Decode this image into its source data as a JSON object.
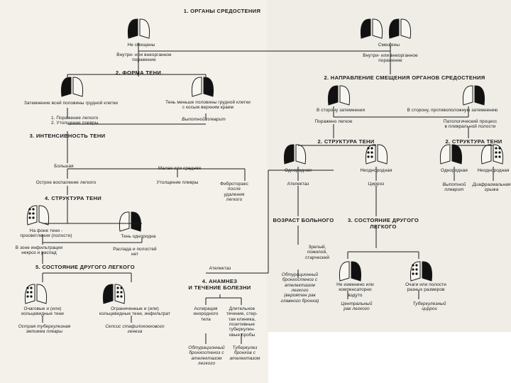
{
  "left": {
    "n1": "1. ОРГАНЫ СРЕДОСТЕНИЯ",
    "not_shifted": "Не смещены",
    "shifted": "Смещены",
    "intra_left": "Внутри- или внеорганное\nпоражение",
    "n2": "2. ФОРМА ТЕНИ",
    "shade_full": "Затемнение всей половины грудной клетки",
    "shade_smaller": "Тень меньше половины грудной клетки\nс косым верхним краем",
    "lesions": "1. Поражение легкого\n2. Утолщение плевры",
    "encysted": "Выпотной плеврит",
    "n3": "3. ИНТЕНСИВНОСТЬ ТЕНИ",
    "large": "Большая",
    "small_medium": "Малая или средняя",
    "acute": "Острое воспаление легкого",
    "pleura": "Утолщение плевры",
    "fibro": "Фиброторакс\nпосле\nудаления\nлегкого",
    "n4": "4. СТРУКТУРА ТЕНИ",
    "clearing": "На фоне тени -\nпросветления (полости)",
    "homog": "Тень однородна",
    "infiltr": "В зоне инфильтрации\nнекроз и распад",
    "decay": "Распада и полостей\nнет",
    "n5": "5. СОСТОЯНИЕ ДРУГОГО ЛЕГКОГО",
    "focal": "Очаговые и (или)\nкольцевидные тени",
    "limited": "Ограниченные и (или)\nкольцевидные тени, инфильтрат",
    "resp1": "Острая туберкулезная\nэмпиема плевры",
    "resp2": "Сепсис стафилококкового\nгенеза",
    "atelect": "Ателектаз",
    "n6": "4. АНАМНЕЗ\nИ ТЕЧЕНИЕ БОЛЕЗНИ",
    "aspir": "Аспирация\nинородного\nтела",
    "chronic": "Длительное\nтечение, стер-\nтая клиника,\nпозитивные\nтуберкулин-\nовые пробы",
    "r_bronch": "Обтурационный\nбронхостеноз с\nателектазом\nлегкого",
    "r_tb": "Туберкулез\nбронхов с\nателектазом"
  },
  "right": {
    "intra_right": "Внутри- или внеорганное\nпоражение",
    "m2": "2. НАПРАВЛЕНИЕ СМЕЩЕНИЯ ОРГАНОВ СРЕДОСТЕНИЯ",
    "toward": "В сторону затемнения",
    "away": "В сторону, противоположную затемнению",
    "lung_lesion": "Поражено легкое",
    "path_pleura": "Патологический процесс\nв плевральной полости",
    "m3a": "2. СТРУКТУРА ТЕНИ",
    "m3b": "2. СТРУКТУРА ТЕНИ",
    "homog_a": "Однородная",
    "heterog_a": "Неоднородная",
    "homog_b": "Однородная",
    "heterog_b": "Неоднородная",
    "effusion": "Выпотной\nплеврит",
    "diaphr": "Диафрагмальная\nгрыжа",
    "atelect": "Ателектаз",
    "cirrhosis": "Цирроз",
    "age": "ВОЗРАСТ БОЛЬНОГО",
    "other_lung": "3. СОСТОЯНИЕ ДРУГОГО\nЛЕГКОГО",
    "elder": "Зрелый,\nпожилой,\nстарческий",
    "obtur": "Обтурационный\nбронхостеноз с\nателектазом\nлегкого\n(вероятен рак\nглавного бронха)",
    "no_change": "Не изменено или\nкомпенсаторно\nвздуто",
    "foci": "Очаги или полости\nразных размеров",
    "r_cancer": "Центральный\nрак легкого",
    "r_tb": "Туберкулезный\nцирроз"
  },
  "colors": {
    "paper": "#f3f1ea",
    "ink": "#1c1c1c"
  }
}
